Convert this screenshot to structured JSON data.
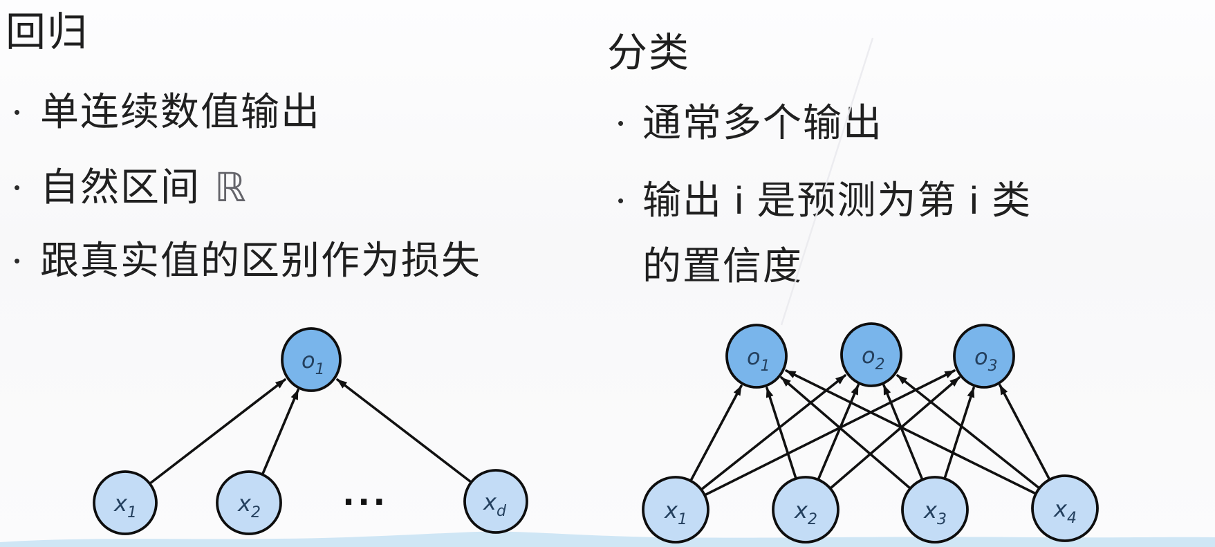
{
  "colors": {
    "text": "#1f1f1f",
    "symbol_gray": "#64646a",
    "output_node_fill": "#79b5eb",
    "input_node_fill": "#c3dcf6",
    "node_stroke": "#0e0e0e",
    "edge": "#111111",
    "node_label": "#24405e",
    "wave_fill": "#cfe6f5",
    "streak": "#ebebef"
  },
  "ui": {
    "bullet_char": "•"
  },
  "left_column": {
    "title": "回归",
    "bullets": [
      {
        "text": "单连续数值输出"
      },
      {
        "text": "自然区间",
        "symbol": "ℝ"
      },
      {
        "text": "跟真实值的区别作为损失"
      }
    ]
  },
  "right_column": {
    "title": "分类",
    "bullets": [
      {
        "line1": "通常多个输出"
      },
      {
        "line1": "输出 i 是预测为第 i 类",
        "line2": "的置信度"
      }
    ]
  },
  "regression_diagram": {
    "ellipsis": "...",
    "output": {
      "base": "o",
      "sub": "1"
    },
    "inputs": [
      {
        "base": "x",
        "sub": "1"
      },
      {
        "base": "x",
        "sub": "2"
      },
      {
        "base": "x",
        "sub": "d"
      }
    ]
  },
  "classification_diagram": {
    "outputs": [
      {
        "base": "o",
        "sub": "1"
      },
      {
        "base": "o",
        "sub": "2"
      },
      {
        "base": "o",
        "sub": "3"
      }
    ],
    "inputs": [
      {
        "base": "x",
        "sub": "1"
      },
      {
        "base": "x",
        "sub": "2"
      },
      {
        "base": "x",
        "sub": "3"
      },
      {
        "base": "x",
        "sub": "4"
      }
    ]
  }
}
